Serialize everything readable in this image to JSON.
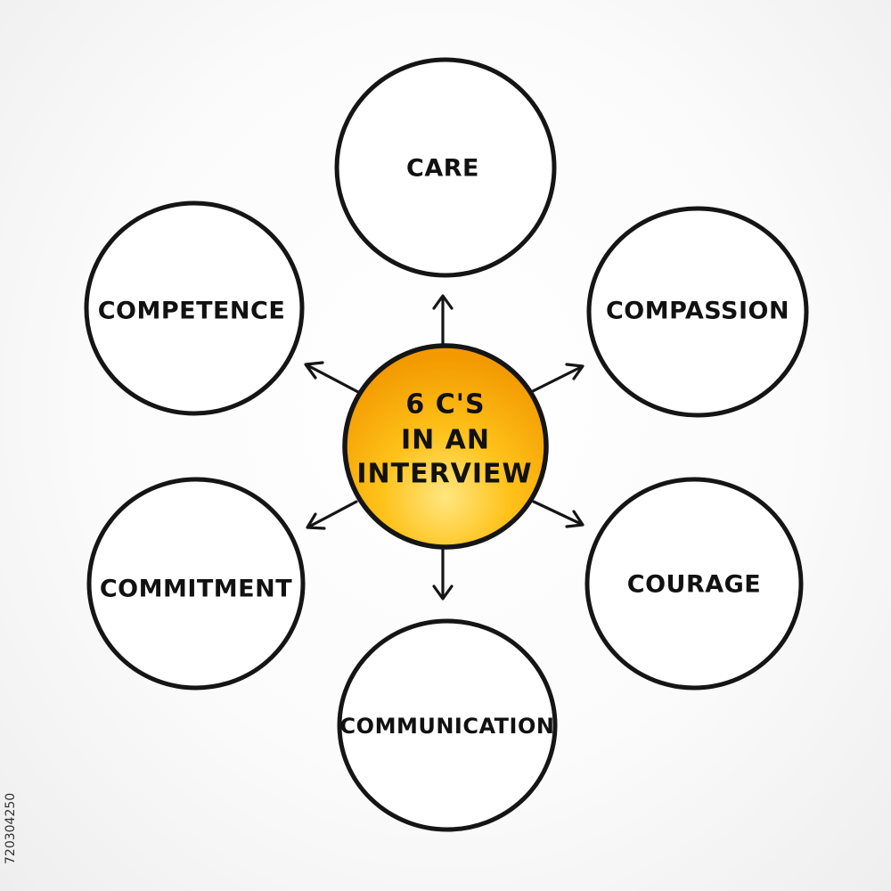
{
  "center": {
    "line1": "6 C'S",
    "line2": "IN AN",
    "line3": "INTERVIEW"
  },
  "nodes": [
    {
      "label": "CARE"
    },
    {
      "label": "COMPASSION"
    },
    {
      "label": "COURAGE"
    },
    {
      "label": "COMMUNICATION"
    },
    {
      "label": "COMMITMENT"
    },
    {
      "label": "COMPETENCE"
    }
  ],
  "stock_id": "720304250",
  "colors": {
    "center_fill_top": "#ffb300",
    "center_fill_bottom": "#f7c948",
    "outline": "#151515"
  }
}
